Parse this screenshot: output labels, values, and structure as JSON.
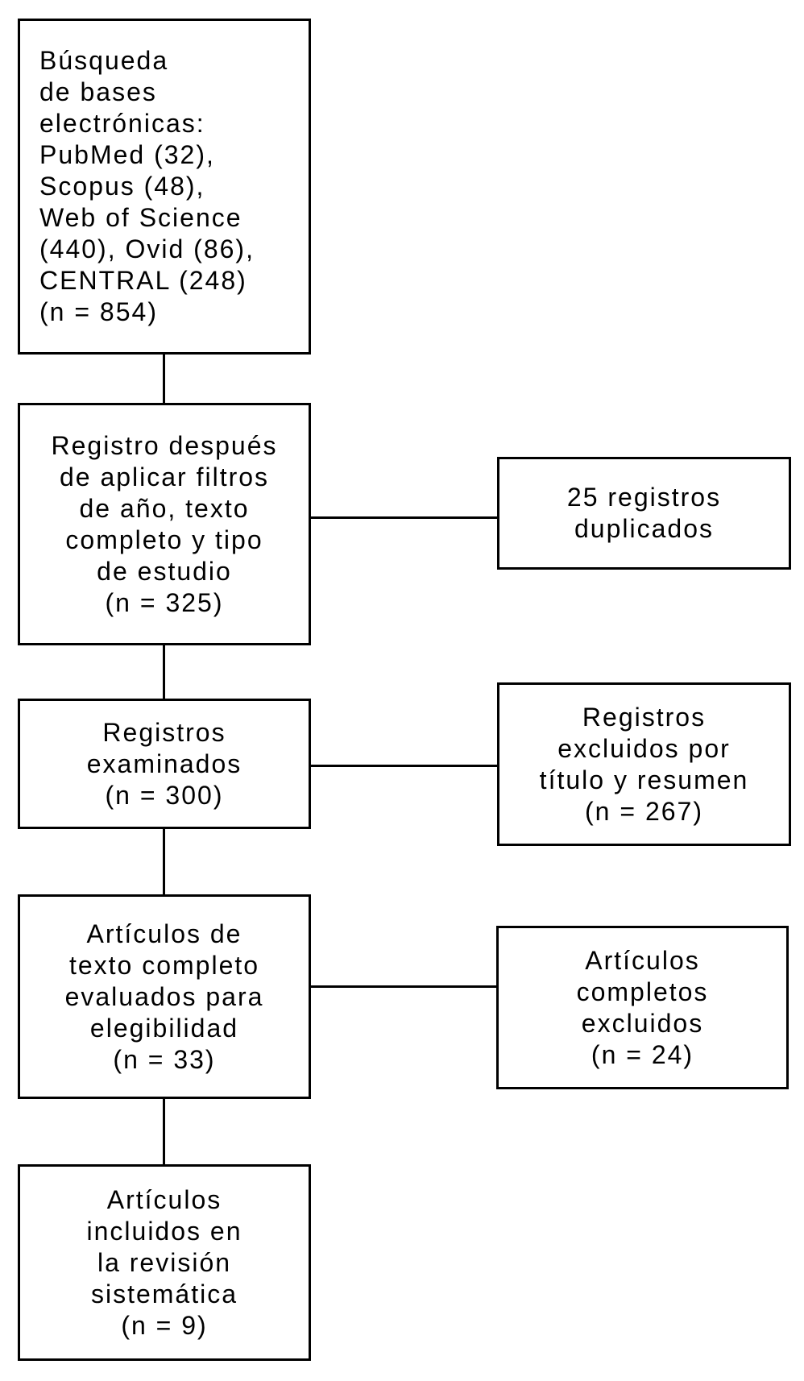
{
  "colors": {
    "background": "#ffffff",
    "box_border": "#000000",
    "text": "#000000",
    "connector_line": "#000000"
  },
  "flow": {
    "boxes": {
      "database_search": {
        "lines": [
          "Búsqueda",
          "de bases",
          "electrónicas:",
          "PubMed (32),",
          "Scopus (48),",
          "Web of Science",
          "(440), Ovid (86),",
          "CENTRAL (248)",
          "(n = 854)"
        ],
        "n": "854",
        "sources": [
          {
            "name": "PubMed",
            "count": "32"
          },
          {
            "name": "Scopus",
            "count": "48"
          },
          {
            "name": "Web of Science",
            "count": "440"
          },
          {
            "name": "Ovid",
            "count": "86"
          },
          {
            "name": "CENTRAL",
            "count": "248"
          }
        ]
      },
      "after_filters": {
        "lines": [
          "Registro después",
          "de aplicar filtros",
          "de año, texto",
          "completo y tipo",
          "de estudio",
          "(n = 325)"
        ],
        "n": "325"
      },
      "records_screened": {
        "lines": [
          "Registros",
          "examinados",
          "(n = 300)"
        ],
        "n": "300"
      },
      "fulltext_assessed": {
        "lines": [
          "Artículos de",
          "texto completo",
          "evaluados para",
          "elegibilidad",
          "(n = 33)"
        ],
        "n": "33"
      },
      "included": {
        "lines": [
          "Artículos",
          "incluidos en",
          "la revisión",
          "sistemática",
          "(n = 9)"
        ],
        "n": "9"
      },
      "duplicates": {
        "lines": [
          "25 registros",
          "duplicados"
        ],
        "n": "25"
      },
      "excluded_title_abstract": {
        "lines": [
          "Registros",
          "excluidos por",
          "título y resumen",
          "(n = 267)"
        ],
        "n": "267"
      },
      "fulltext_excluded": {
        "lines": [
          "Artículos",
          "completos",
          "excluidos",
          "(n = 24)"
        ],
        "n": "24"
      }
    }
  }
}
